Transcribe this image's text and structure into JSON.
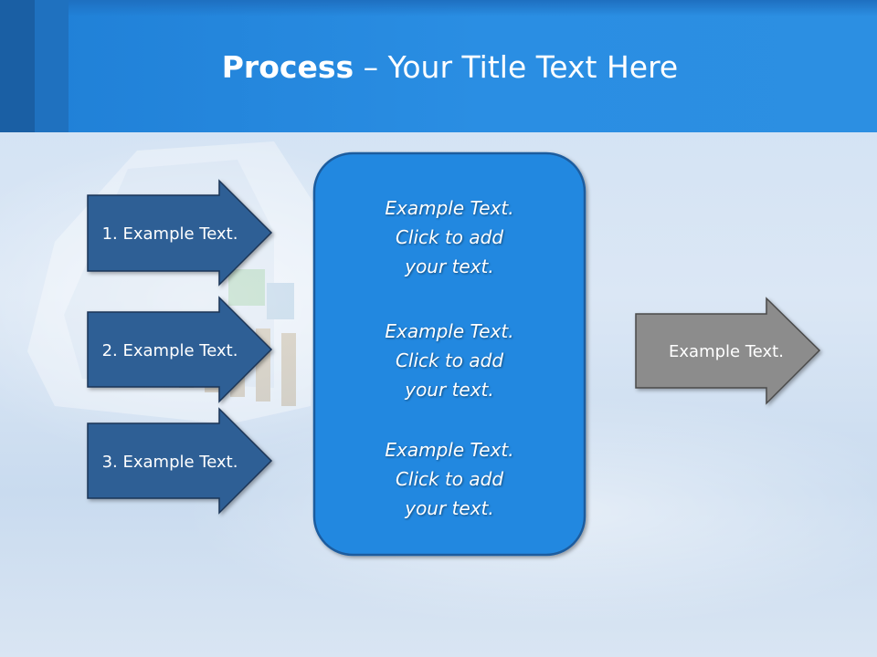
{
  "slide": {
    "title_bold": "Process",
    "title_rest": " – Your Title Text Here"
  },
  "inputs": [
    {
      "label": "1. Example Text."
    },
    {
      "label": "2. Example Text."
    },
    {
      "label": "3. Example Text."
    }
  ],
  "center_box": {
    "blocks": [
      {
        "line1": "Example Text.",
        "line2": "Click  to add",
        "line3": "your text."
      },
      {
        "line1": "Example Text.",
        "line2": "Click  to add",
        "line3": "your text."
      },
      {
        "line1": "Example Text.",
        "line2": "Click  to add",
        "line3": "your text."
      }
    ]
  },
  "output": {
    "label": "Example Text."
  },
  "colors": {
    "header": "#2a8ee3",
    "input_arrow_fill": "#2f5f95",
    "center_box_fill": "#2488e0",
    "center_box_border": "#1d5c9e",
    "output_arrow_fill": "#8c8c8c"
  }
}
